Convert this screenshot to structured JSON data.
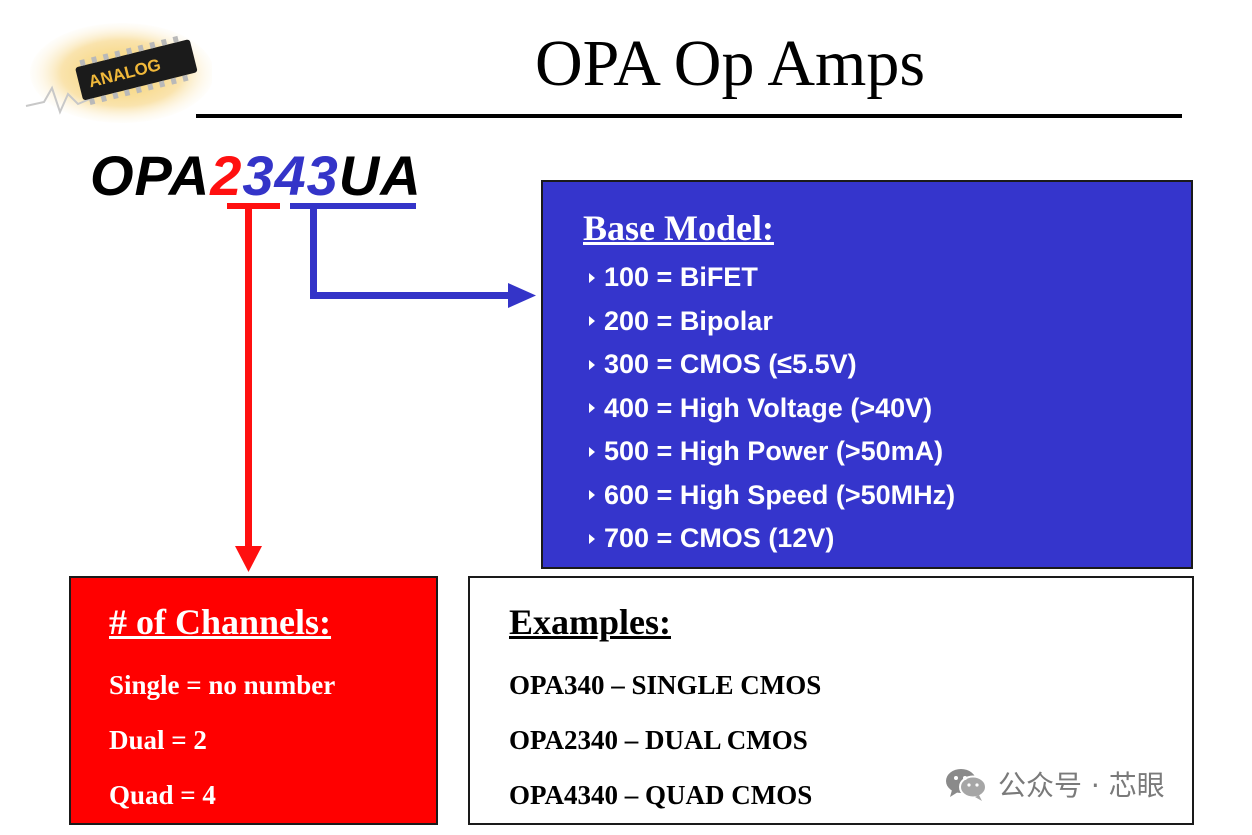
{
  "logo": {
    "brand_text": "ANALOG"
  },
  "title": "OPA Op Amps",
  "part_number": {
    "prefix": "OPA",
    "channel_digit": "2",
    "base_model": "343",
    "suffix": "UA"
  },
  "base_model": {
    "heading": "Base Model:",
    "items": [
      "100 = BiFET",
      "200 = Bipolar",
      "300 = CMOS (≤5.5V)",
      "400 = High Voltage (>40V)",
      "500 = High Power (>50mA)",
      "600 = High Speed (>50MHz)",
      "700 = CMOS (12V)"
    ]
  },
  "channels": {
    "heading": "# of Channels:",
    "items": [
      "Single = no number",
      "Dual = 2",
      "Quad = 4"
    ]
  },
  "examples": {
    "heading": "Examples:",
    "items": [
      "OPA340 – SINGLE CMOS",
      "OPA2340 – DUAL CMOS",
      "OPA4340 – QUAD CMOS"
    ]
  },
  "watermark": {
    "text": "公众号 · 芯眼"
  },
  "colors": {
    "blue": "#3535cc",
    "red": "#ff0000",
    "blue_text": "#3434c8",
    "red_text": "#ff1010"
  }
}
